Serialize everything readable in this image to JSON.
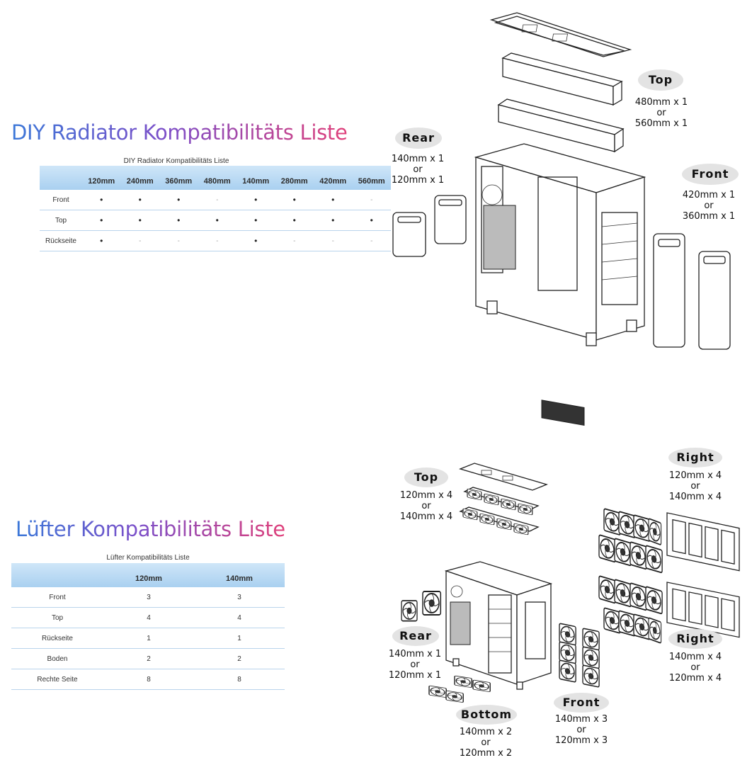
{
  "radiator": {
    "heading": "DIY Radiator Kompatibilitäts Liste",
    "caption": "DIY Radiator Kompatibilitäts Liste",
    "columns": [
      "120mm",
      "240mm",
      "360mm",
      "480mm",
      "140mm",
      "280mm",
      "420mm",
      "560mm"
    ],
    "rows": [
      {
        "label": "Front",
        "cells": [
          "•",
          "•",
          "•",
          "-",
          "•",
          "•",
          "•",
          "-"
        ]
      },
      {
        "label": "Top",
        "cells": [
          "•",
          "•",
          "•",
          "•",
          "•",
          "•",
          "•",
          "•"
        ]
      },
      {
        "label": "Rückseite",
        "cells": [
          "•",
          "-",
          "-",
          "-",
          "•",
          "-",
          "-",
          "-"
        ]
      }
    ],
    "callouts": {
      "top": {
        "title": "Top",
        "l1": "480mm x 1",
        "l2": "or",
        "l3": "560mm x 1"
      },
      "rear": {
        "title": "Rear",
        "l1": "140mm x 1",
        "l2": "or",
        "l3": "120mm x 1"
      },
      "front": {
        "title": "Front",
        "l1": "420mm x 1",
        "l2": "or",
        "l3": "360mm x 1"
      }
    }
  },
  "fans": {
    "heading": "Lüfter Kompatibilitäts Liste",
    "caption": "Lüfter Kompatibilitäts Liste",
    "columns": [
      "120mm",
      "140mm"
    ],
    "rows": [
      {
        "label": "Front",
        "cells": [
          "3",
          "3"
        ]
      },
      {
        "label": "Top",
        "cells": [
          "4",
          "4"
        ]
      },
      {
        "label": "Rückseite",
        "cells": [
          "1",
          "1"
        ]
      },
      {
        "label": "Boden",
        "cells": [
          "2",
          "2"
        ]
      },
      {
        "label": "Rechte Seite",
        "cells": [
          "8",
          "8"
        ]
      }
    ],
    "callouts": {
      "top": {
        "title": "Top",
        "l1": "120mm x 4",
        "l2": "or",
        "l3": "140mm x 4"
      },
      "right1": {
        "title": "Right",
        "l1": "120mm x 4",
        "l2": "or",
        "l3": "140mm x 4"
      },
      "rear": {
        "title": "Rear",
        "l1": "140mm x 1",
        "l2": "or",
        "l3": "120mm x 1"
      },
      "right2": {
        "title": "Right",
        "l1": "140mm x 4",
        "l2": "or",
        "l3": "120mm x 4"
      },
      "bottom": {
        "title": "Bottom",
        "l1": "140mm x 2",
        "l2": "or",
        "l3": "120mm x 2"
      },
      "front": {
        "title": "Front",
        "l1": "140mm x 3",
        "l2": "or",
        "l3": "120mm x 3"
      }
    }
  }
}
